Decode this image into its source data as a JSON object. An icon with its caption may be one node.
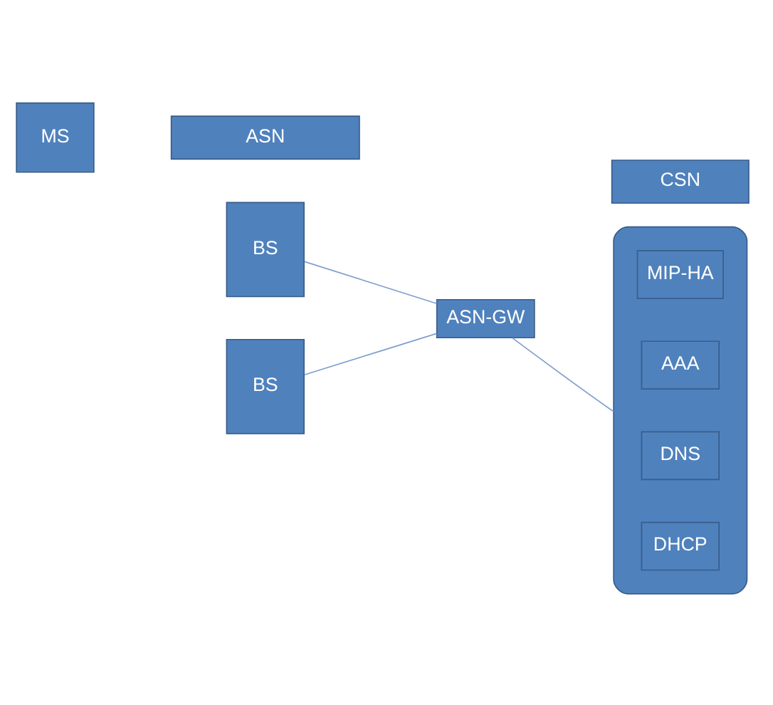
{
  "diagram": {
    "nodes": [
      {
        "text": [
          "ASN"
        ]
      },
      {
        "text": [
          "CSN"
        ]
      },
      {
        "text": [
          "MS"
        ]
      },
      {
        "text": [
          "BS"
        ]
      },
      {
        "text": [
          "BS"
        ]
      },
      {
        "text": [
          "ASN-GW"
        ]
      },
      {
        "text": [],
        "shape": "ellipse"
      },
      {
        "text": [
          "MIP-HA"
        ],
        "in": 6
      },
      {
        "text": [
          "AAA"
        ],
        "in": 6
      },
      {
        "text": [
          "DNS"
        ],
        "in": 6
      },
      {
        "text": [
          "DHCP"
        ],
        "in": 6
      }
    ],
    "edges": [
      {
        "from": 3,
        "to": 5,
        "arrow": "none"
      },
      {
        "from": 4,
        "to": 5,
        "arrow": "none"
      },
      {
        "from": 5,
        "to": 6,
        "arrow": "none"
      }
    ]
  }
}
